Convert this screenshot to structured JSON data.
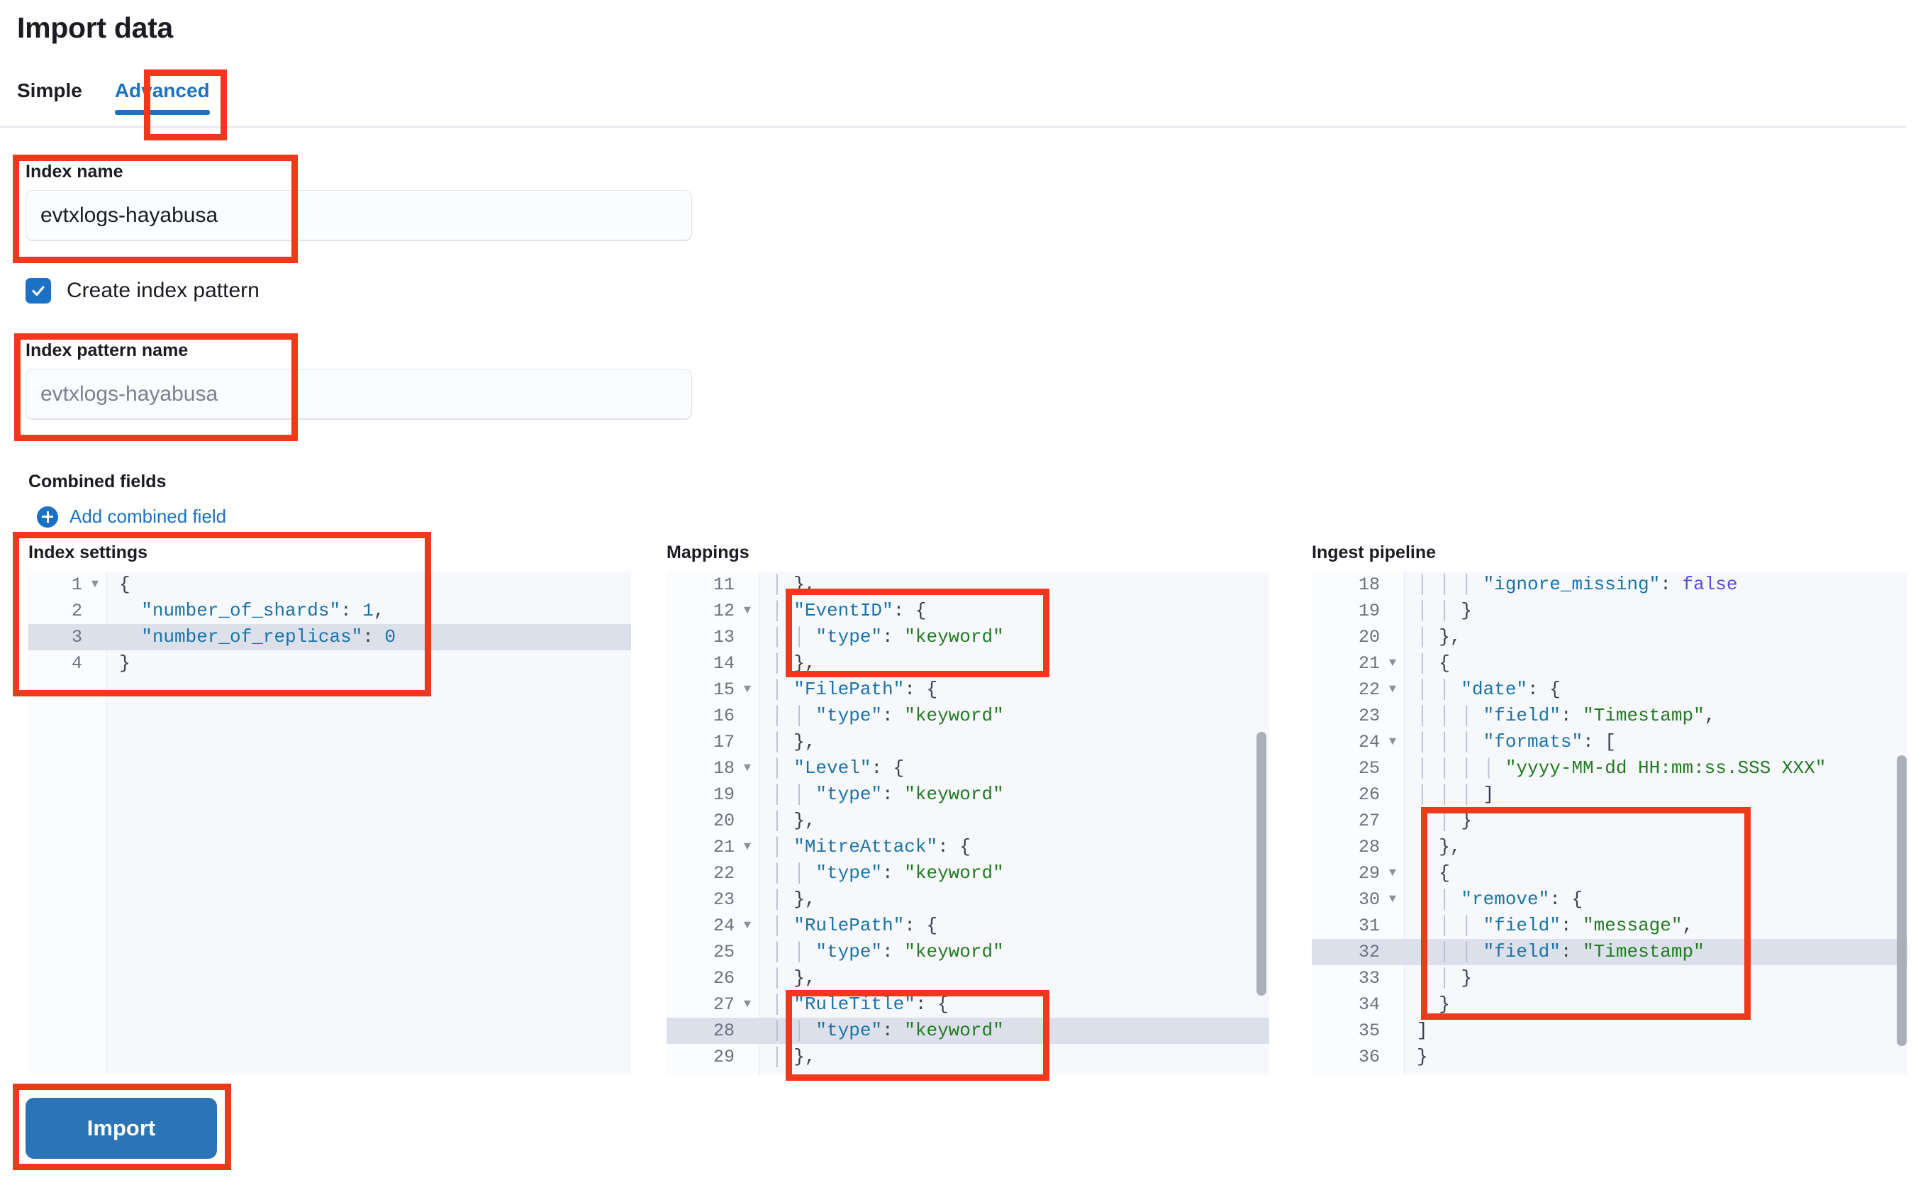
{
  "header": {
    "title": "Import data"
  },
  "tabs": [
    {
      "label": "Simple",
      "active": false
    },
    {
      "label": "Advanced",
      "active": true
    }
  ],
  "form": {
    "index_name_label": "Index name",
    "index_name_value": "evtxlogs-hayabusa",
    "create_index_pattern_label": "Create index pattern",
    "create_index_pattern_checked": true,
    "index_pattern_name_label": "Index pattern name",
    "index_pattern_name_value": "",
    "index_pattern_name_placeholder": "evtxlogs-hayabusa",
    "combined_fields_label": "Combined fields",
    "add_combined_field_label": "Add combined field"
  },
  "editors": {
    "index_settings": {
      "title": "Index settings",
      "active_line": 3,
      "lines": [
        {
          "n": 1,
          "fold": true,
          "tokens": [
            {
              "t": "{",
              "c": "pun"
            }
          ]
        },
        {
          "n": 2,
          "fold": false,
          "tokens": [
            {
              "t": "  ",
              "c": "pun"
            },
            {
              "t": "\"number_of_shards\"",
              "c": "key"
            },
            {
              "t": ": ",
              "c": "pun"
            },
            {
              "t": "1",
              "c": "num"
            },
            {
              "t": ",",
              "c": "pun"
            }
          ]
        },
        {
          "n": 3,
          "fold": false,
          "tokens": [
            {
              "t": "  ",
              "c": "pun"
            },
            {
              "t": "\"number_of_replicas\"",
              "c": "key"
            },
            {
              "t": ": ",
              "c": "pun"
            },
            {
              "t": "0",
              "c": "num"
            }
          ]
        },
        {
          "n": 4,
          "fold": false,
          "tokens": [
            {
              "t": "}",
              "c": "pun"
            }
          ]
        }
      ]
    },
    "mappings": {
      "title": "Mappings",
      "active_line": 28,
      "lines": [
        {
          "n": 11,
          "fold": false,
          "tokens": [
            {
              "t": "│ ",
              "c": "guide"
            },
            {
              "t": "},",
              "c": "pun"
            }
          ]
        },
        {
          "n": 12,
          "fold": true,
          "tokens": [
            {
              "t": "│ ",
              "c": "guide"
            },
            {
              "t": "\"EventID\"",
              "c": "key"
            },
            {
              "t": ": {",
              "c": "pun"
            }
          ]
        },
        {
          "n": 13,
          "fold": false,
          "tokens": [
            {
              "t": "│ │ ",
              "c": "guide"
            },
            {
              "t": "\"type\"",
              "c": "key"
            },
            {
              "t": ": ",
              "c": "pun"
            },
            {
              "t": "\"keyword\"",
              "c": "str"
            }
          ]
        },
        {
          "n": 14,
          "fold": false,
          "tokens": [
            {
              "t": "│ ",
              "c": "guide"
            },
            {
              "t": "},",
              "c": "pun"
            }
          ]
        },
        {
          "n": 15,
          "fold": true,
          "tokens": [
            {
              "t": "│ ",
              "c": "guide"
            },
            {
              "t": "\"FilePath\"",
              "c": "key"
            },
            {
              "t": ": {",
              "c": "pun"
            }
          ]
        },
        {
          "n": 16,
          "fold": false,
          "tokens": [
            {
              "t": "│ │ ",
              "c": "guide"
            },
            {
              "t": "\"type\"",
              "c": "key"
            },
            {
              "t": ": ",
              "c": "pun"
            },
            {
              "t": "\"keyword\"",
              "c": "str"
            }
          ]
        },
        {
          "n": 17,
          "fold": false,
          "tokens": [
            {
              "t": "│ ",
              "c": "guide"
            },
            {
              "t": "},",
              "c": "pun"
            }
          ]
        },
        {
          "n": 18,
          "fold": true,
          "tokens": [
            {
              "t": "│ ",
              "c": "guide"
            },
            {
              "t": "\"Level\"",
              "c": "key"
            },
            {
              "t": ": {",
              "c": "pun"
            }
          ]
        },
        {
          "n": 19,
          "fold": false,
          "tokens": [
            {
              "t": "│ │ ",
              "c": "guide"
            },
            {
              "t": "\"type\"",
              "c": "key"
            },
            {
              "t": ": ",
              "c": "pun"
            },
            {
              "t": "\"keyword\"",
              "c": "str"
            }
          ]
        },
        {
          "n": 20,
          "fold": false,
          "tokens": [
            {
              "t": "│ ",
              "c": "guide"
            },
            {
              "t": "},",
              "c": "pun"
            }
          ]
        },
        {
          "n": 21,
          "fold": true,
          "tokens": [
            {
              "t": "│ ",
              "c": "guide"
            },
            {
              "t": "\"MitreAttack\"",
              "c": "key"
            },
            {
              "t": ": {",
              "c": "pun"
            }
          ]
        },
        {
          "n": 22,
          "fold": false,
          "tokens": [
            {
              "t": "│ │ ",
              "c": "guide"
            },
            {
              "t": "\"type\"",
              "c": "key"
            },
            {
              "t": ": ",
              "c": "pun"
            },
            {
              "t": "\"keyword\"",
              "c": "str"
            }
          ]
        },
        {
          "n": 23,
          "fold": false,
          "tokens": [
            {
              "t": "│ ",
              "c": "guide"
            },
            {
              "t": "},",
              "c": "pun"
            }
          ]
        },
        {
          "n": 24,
          "fold": true,
          "tokens": [
            {
              "t": "│ ",
              "c": "guide"
            },
            {
              "t": "\"RulePath\"",
              "c": "key"
            },
            {
              "t": ": {",
              "c": "pun"
            }
          ]
        },
        {
          "n": 25,
          "fold": false,
          "tokens": [
            {
              "t": "│ │ ",
              "c": "guide"
            },
            {
              "t": "\"type\"",
              "c": "key"
            },
            {
              "t": ": ",
              "c": "pun"
            },
            {
              "t": "\"keyword\"",
              "c": "str"
            }
          ]
        },
        {
          "n": 26,
          "fold": false,
          "tokens": [
            {
              "t": "│ ",
              "c": "guide"
            },
            {
              "t": "},",
              "c": "pun"
            }
          ]
        },
        {
          "n": 27,
          "fold": true,
          "tokens": [
            {
              "t": "│ ",
              "c": "guide"
            },
            {
              "t": "\"RuleTitle\"",
              "c": "key"
            },
            {
              "t": ": {",
              "c": "pun"
            }
          ]
        },
        {
          "n": 28,
          "fold": false,
          "tokens": [
            {
              "t": "│ │ ",
              "c": "guide"
            },
            {
              "t": "\"type\"",
              "c": "key"
            },
            {
              "t": ": ",
              "c": "pun"
            },
            {
              "t": "\"keyword\"",
              "c": "str"
            }
          ]
        },
        {
          "n": 29,
          "fold": false,
          "tokens": [
            {
              "t": "│ ",
              "c": "guide"
            },
            {
              "t": "},",
              "c": "pun"
            }
          ]
        }
      ]
    },
    "ingest_pipeline": {
      "title": "Ingest pipeline",
      "active_line": 32,
      "lines": [
        {
          "n": 18,
          "fold": false,
          "tokens": [
            {
              "t": "│ │ │ ",
              "c": "guide"
            },
            {
              "t": "\"ignore_missing\"",
              "c": "key"
            },
            {
              "t": ": ",
              "c": "pun"
            },
            {
              "t": "false",
              "c": "bool"
            }
          ]
        },
        {
          "n": 19,
          "fold": false,
          "tokens": [
            {
              "t": "│ │ ",
              "c": "guide"
            },
            {
              "t": "}",
              "c": "pun"
            }
          ]
        },
        {
          "n": 20,
          "fold": false,
          "tokens": [
            {
              "t": "│ ",
              "c": "guide"
            },
            {
              "t": "},",
              "c": "pun"
            }
          ]
        },
        {
          "n": 21,
          "fold": true,
          "tokens": [
            {
              "t": "│ ",
              "c": "guide"
            },
            {
              "t": "{",
              "c": "pun"
            }
          ]
        },
        {
          "n": 22,
          "fold": true,
          "tokens": [
            {
              "t": "│ │ ",
              "c": "guide"
            },
            {
              "t": "\"date\"",
              "c": "key"
            },
            {
              "t": ": {",
              "c": "pun"
            }
          ]
        },
        {
          "n": 23,
          "fold": false,
          "tokens": [
            {
              "t": "│ │ │ ",
              "c": "guide"
            },
            {
              "t": "\"field\"",
              "c": "key"
            },
            {
              "t": ": ",
              "c": "pun"
            },
            {
              "t": "\"Timestamp\"",
              "c": "str"
            },
            {
              "t": ",",
              "c": "pun"
            }
          ]
        },
        {
          "n": 24,
          "fold": true,
          "tokens": [
            {
              "t": "│ │ │ ",
              "c": "guide"
            },
            {
              "t": "\"formats\"",
              "c": "key"
            },
            {
              "t": ": [",
              "c": "pun"
            }
          ]
        },
        {
          "n": 25,
          "fold": false,
          "tokens": [
            {
              "t": "│ │ │ │ ",
              "c": "guide"
            },
            {
              "t": "\"yyyy-MM-dd HH:mm:ss.SSS XXX\"",
              "c": "str"
            }
          ]
        },
        {
          "n": 26,
          "fold": false,
          "tokens": [
            {
              "t": "│ │ │ ",
              "c": "guide"
            },
            {
              "t": "]",
              "c": "pun"
            }
          ]
        },
        {
          "n": 27,
          "fold": false,
          "tokens": [
            {
              "t": "│ │ ",
              "c": "guide"
            },
            {
              "t": "}",
              "c": "pun"
            }
          ]
        },
        {
          "n": 28,
          "fold": false,
          "tokens": [
            {
              "t": "│ ",
              "c": "guide"
            },
            {
              "t": "},",
              "c": "pun"
            }
          ]
        },
        {
          "n": 29,
          "fold": true,
          "tokens": [
            {
              "t": "│ ",
              "c": "guide"
            },
            {
              "t": "{",
              "c": "pun"
            }
          ]
        },
        {
          "n": 30,
          "fold": true,
          "tokens": [
            {
              "t": "│ │ ",
              "c": "guide"
            },
            {
              "t": "\"remove\"",
              "c": "key"
            },
            {
              "t": ": {",
              "c": "pun"
            }
          ]
        },
        {
          "n": 31,
          "fold": false,
          "tokens": [
            {
              "t": "│ │ │ ",
              "c": "guide"
            },
            {
              "t": "\"field\"",
              "c": "key"
            },
            {
              "t": ": ",
              "c": "pun"
            },
            {
              "t": "\"message\"",
              "c": "str"
            },
            {
              "t": ",",
              "c": "pun"
            }
          ]
        },
        {
          "n": 32,
          "fold": false,
          "tokens": [
            {
              "t": "│ │ │ ",
              "c": "guide"
            },
            {
              "t": "\"field\"",
              "c": "key"
            },
            {
              "t": ": ",
              "c": "pun"
            },
            {
              "t": "\"Timestamp\"",
              "c": "str"
            }
          ]
        },
        {
          "n": 33,
          "fold": false,
          "tokens": [
            {
              "t": "│ │ ",
              "c": "guide"
            },
            {
              "t": "}",
              "c": "pun"
            }
          ]
        },
        {
          "n": 34,
          "fold": false,
          "tokens": [
            {
              "t": "│ ",
              "c": "guide"
            },
            {
              "t": "}",
              "c": "pun"
            }
          ]
        },
        {
          "n": 35,
          "fold": false,
          "tokens": [
            {
              "t": "",
              "c": "guide"
            },
            {
              "t": "]",
              "c": "pun"
            }
          ]
        },
        {
          "n": 36,
          "fold": false,
          "tokens": [
            {
              "t": "",
              "c": "guide"
            },
            {
              "t": "}",
              "c": "pun"
            }
          ]
        }
      ]
    }
  },
  "footer": {
    "import_label": "Import"
  },
  "annotation": {
    "color": "#f0381a"
  }
}
